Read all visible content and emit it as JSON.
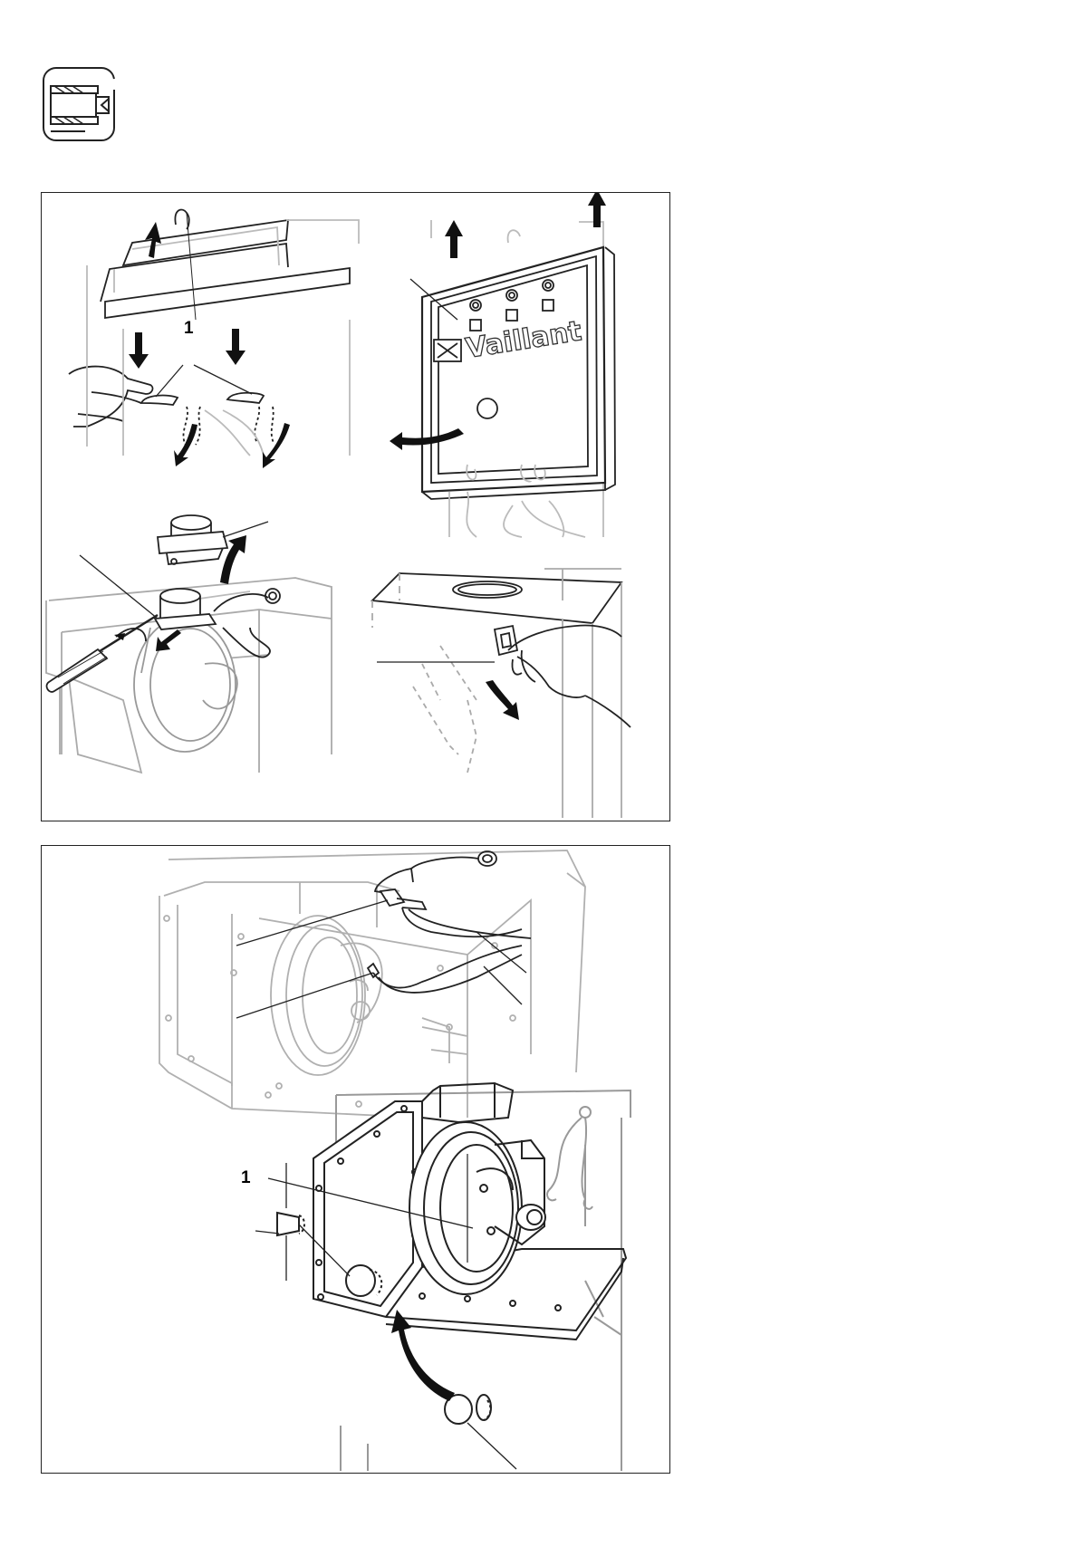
{
  "page": {
    "tool_icon": "wrench-tool-icon"
  },
  "panel_top": {
    "callout_label": "1",
    "brand_name": "Vaillant"
  },
  "panel_bottom": {
    "callout_label": "1"
  },
  "colors": {
    "line": "#222222",
    "faded_line": "#b8b8b8",
    "arrow": "#111111"
  }
}
